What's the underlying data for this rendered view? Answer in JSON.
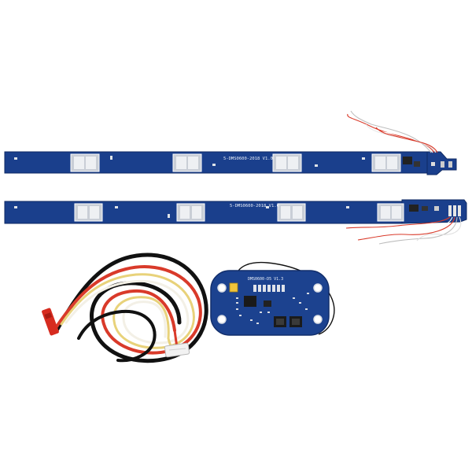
{
  "photo": {
    "background_color": "#ffffff"
  },
  "strip_1": {
    "silkscreen_label": "5-DMS0600-2018 V1.0",
    "pcb_color": "#1a3f8c",
    "pad_color": "#c9ced6"
  },
  "strip_2": {
    "silkscreen_label": "5-DMS0600-2018 V1.0",
    "pcb_color": "#1a3f8c",
    "pad_color": "#c9ced6"
  },
  "main_board": {
    "silkscreen_label": "DMS0600-D5 V1.3",
    "pcb_color": "#1c428f"
  },
  "cable_harness": {
    "wire_colors": [
      "#111111",
      "#d93a2a",
      "#e8d27a",
      "#f3f0e6"
    ],
    "connector_color": "#d62b1f"
  }
}
